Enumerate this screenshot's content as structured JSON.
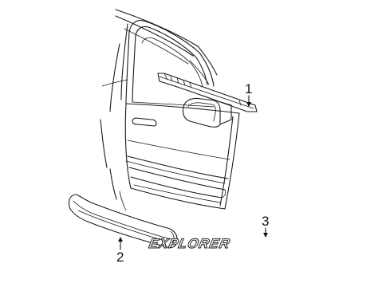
{
  "callouts": {
    "part1": "1",
    "part2": "2",
    "part3": "3"
  },
  "badge": {
    "text": "EXPLORER"
  }
}
